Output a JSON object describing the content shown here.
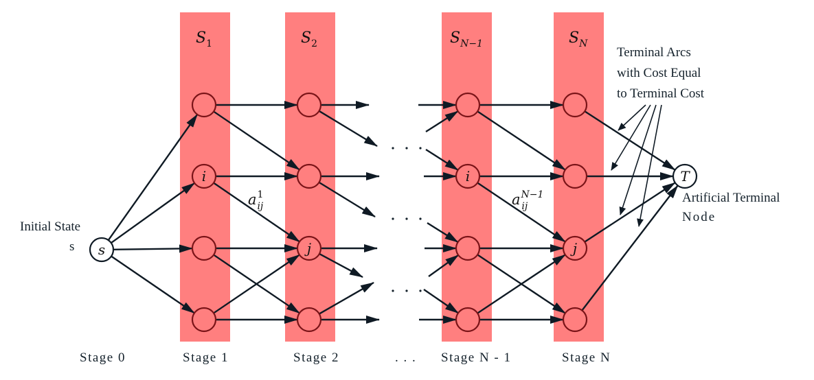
{
  "diagram": {
    "colors": {
      "stage_band": "#ff7f7f",
      "edge": "#0f1a24",
      "node_outline": "#7a1418",
      "text": "#14212b"
    },
    "columns": [
      {
        "id": "S1",
        "label": "S",
        "subscript": "1"
      },
      {
        "id": "S2",
        "label": "S",
        "subscript": "2"
      },
      {
        "id": "SN-1",
        "label": "S",
        "subscript": "N−1"
      },
      {
        "id": "SN",
        "label": "S",
        "subscript": "N"
      }
    ],
    "stages": [
      "Stage 0",
      "Stage 1",
      "Stage 2",
      ". . .",
      "Stage N - 1",
      "Stage N"
    ],
    "initial_state": {
      "line1": "Initial State",
      "line2": "s",
      "node_label": "s"
    },
    "terminal": {
      "node_label": "T",
      "line1": "Artificial Terminal",
      "line2": "Node"
    },
    "terminal_note": [
      "Terminal Arcs",
      "with Cost Equal",
      "to Terminal Cost"
    ],
    "arc_labels": [
      {
        "base": "a",
        "sub": "ij",
        "sup": "1"
      },
      {
        "base": "a",
        "sub": "ij",
        "sup": "N−1"
      }
    ],
    "node_labels": {
      "i": "i",
      "j": "j"
    },
    "ellipsis": ". . ."
  }
}
